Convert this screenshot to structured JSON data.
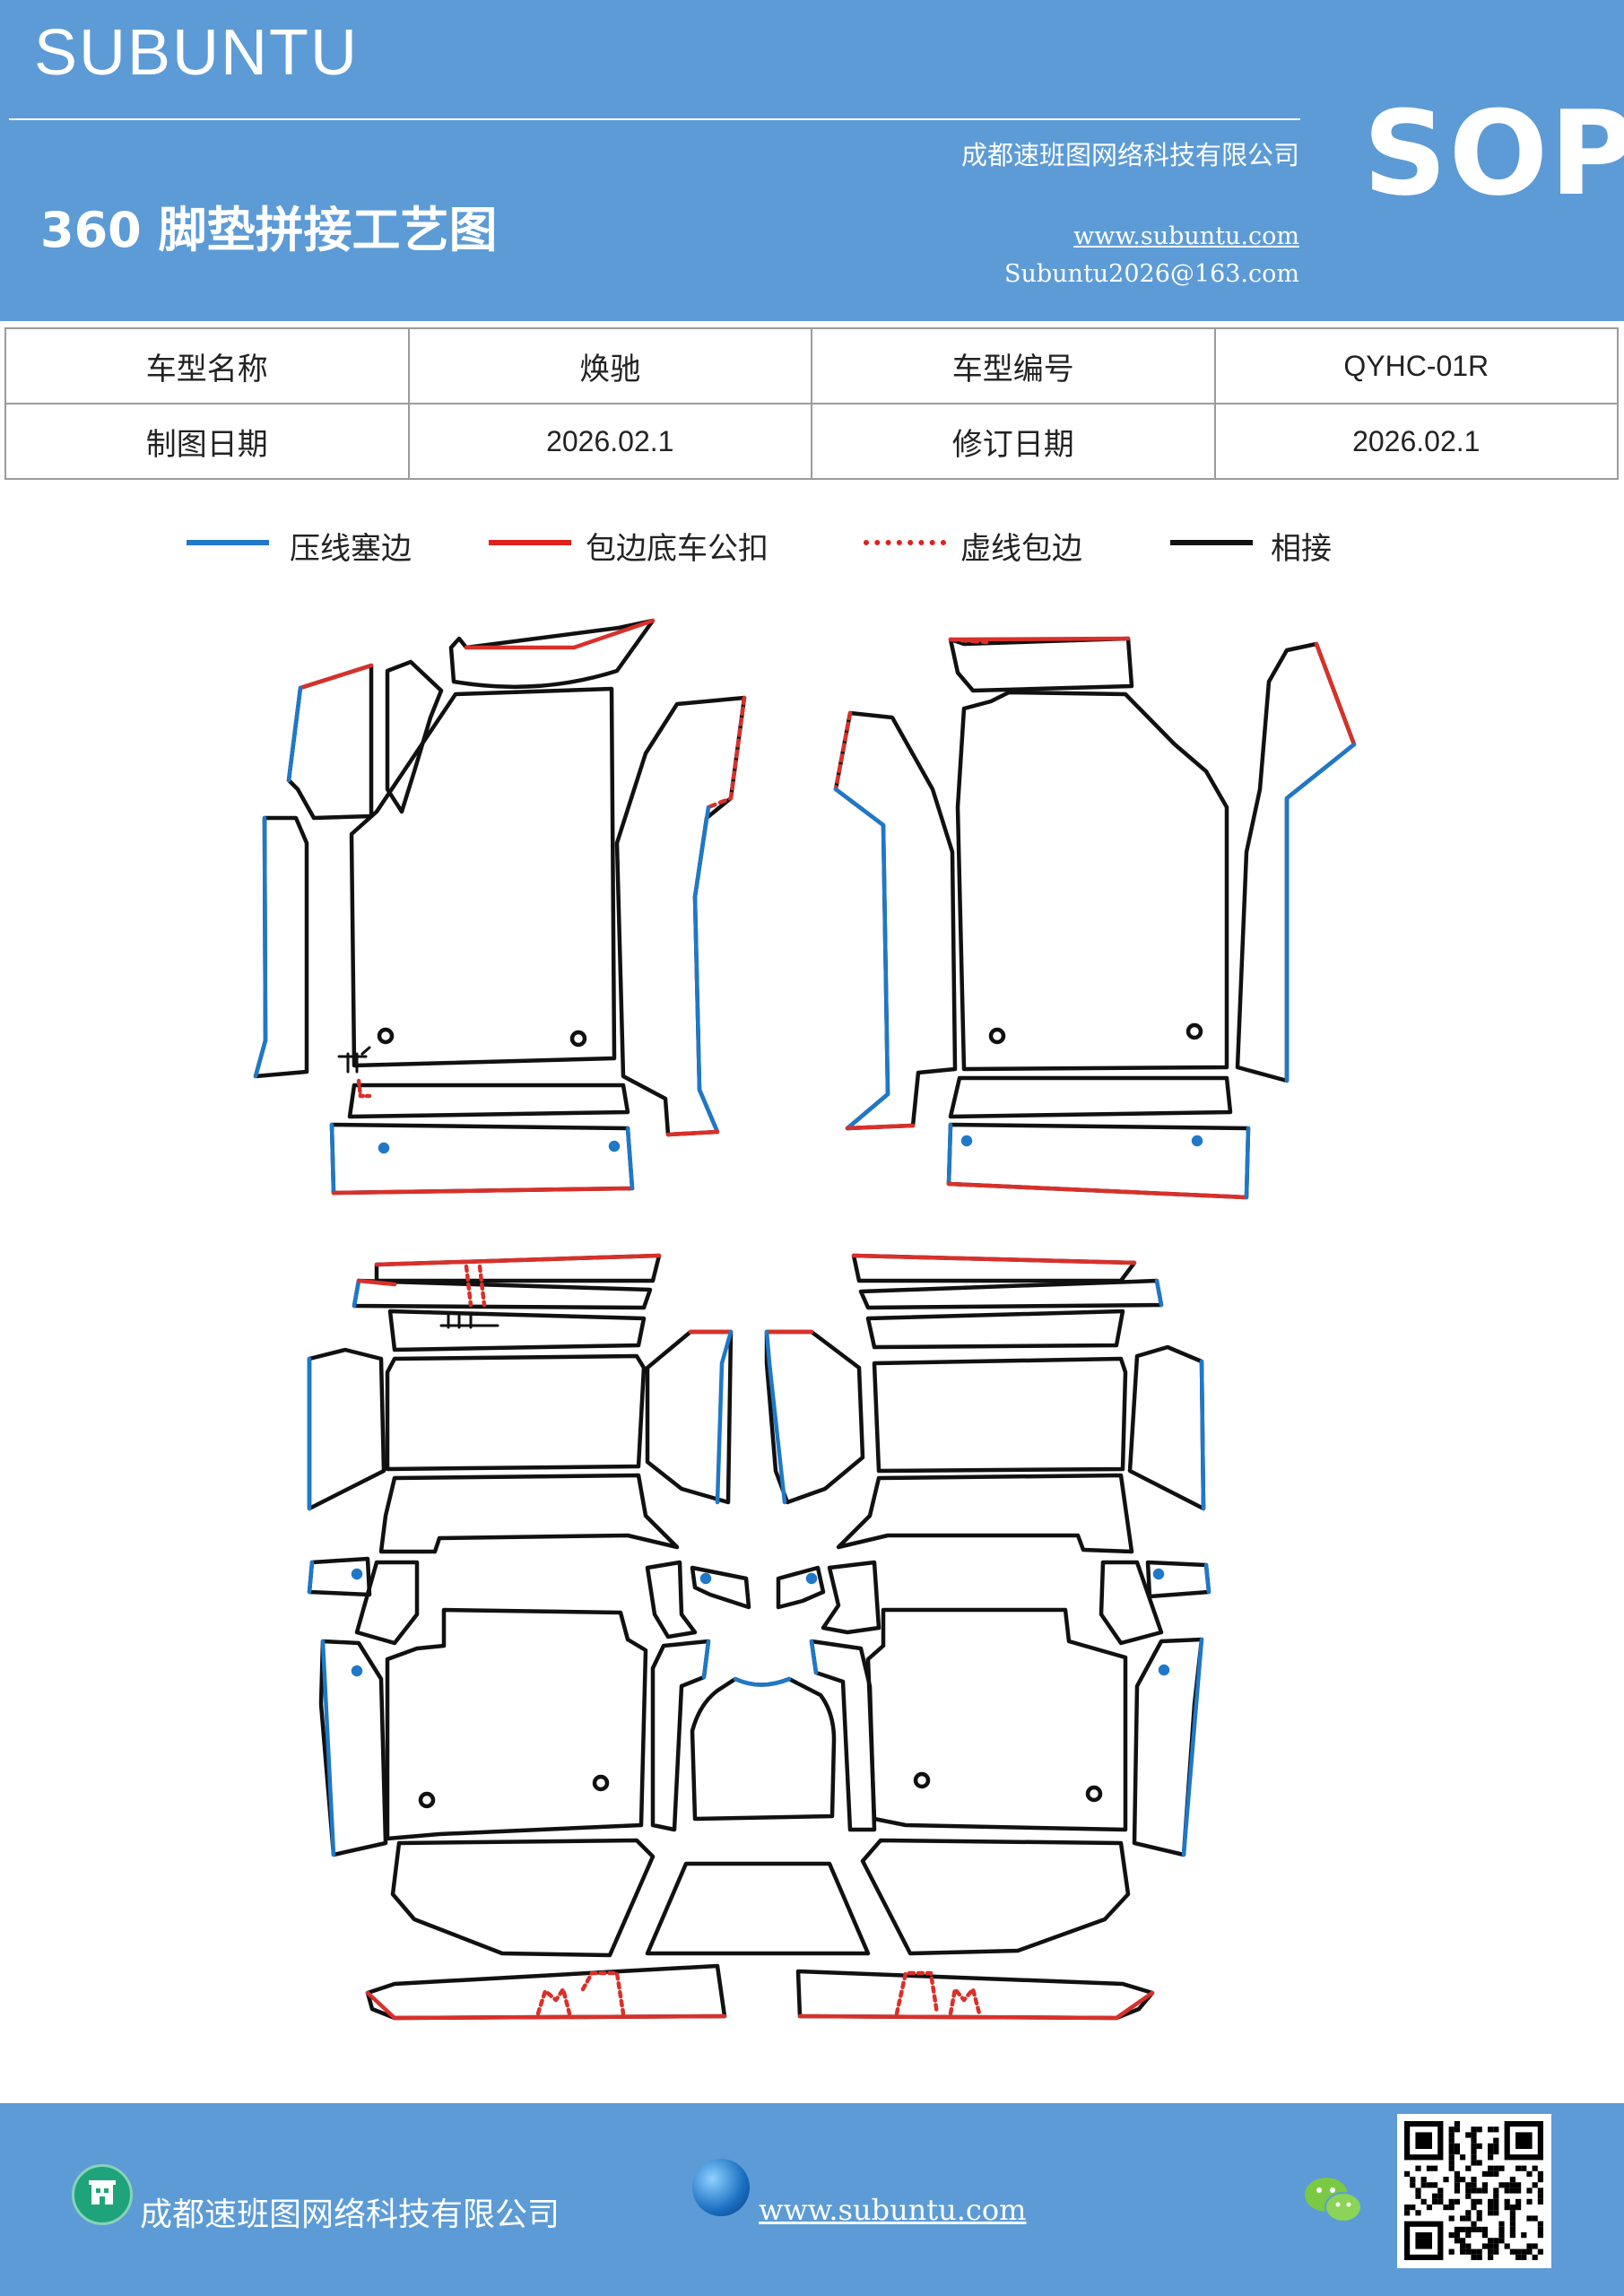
{
  "header": {
    "brand": "SUBUNTU",
    "company": "成都速班图网络科技有限公司",
    "title": "360 脚垫拼接工艺图",
    "website": "www.subuntu.com",
    "email": "Subuntu2026@163.com",
    "badge": "SOP"
  },
  "info_table": {
    "row1": {
      "label1": "车型名称",
      "value1": "焕驰",
      "label2": "车型编号",
      "value2": "QYHC-01R"
    },
    "row2": {
      "label1": "制图日期",
      "value1": "2026.02.1",
      "label2": "修订日期",
      "value2": "2026.02.1"
    }
  },
  "legend": [
    {
      "label": "压线塞边",
      "color": "#1f78c8",
      "style": "solid"
    },
    {
      "label": "包边底车公扣",
      "color": "#e0201c",
      "style": "solid"
    },
    {
      "label": "虚线包边",
      "color": "#e0201c",
      "style": "dotted"
    },
    {
      "label": "相接",
      "color": "#111111",
      "style": "solid"
    }
  ],
  "colors": {
    "header_bg": "#5c9bd6",
    "blue_line": "#1f78c8",
    "red_line": "#d9302a",
    "black_line": "#111111"
  },
  "footer": {
    "company": "成都速班图网络科技有限公司",
    "website": "www.subuntu.com"
  }
}
